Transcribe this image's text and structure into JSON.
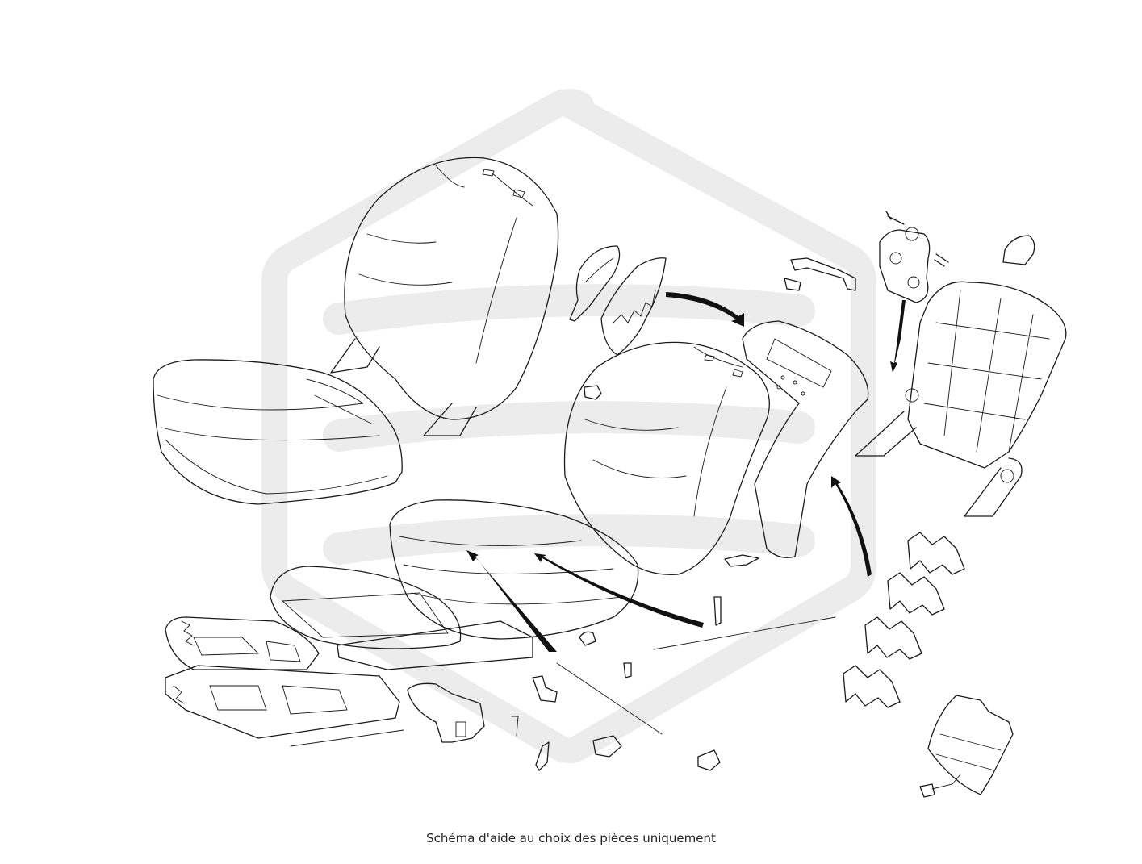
{
  "caption": "Schéma d'aide au choix des pièces uniquement",
  "watermark": {
    "color": "#ececec",
    "shape": "hexagon-s-logo"
  },
  "diagram": {
    "subject": "exploded seat assembly",
    "line_color": "#1a1a1a"
  }
}
